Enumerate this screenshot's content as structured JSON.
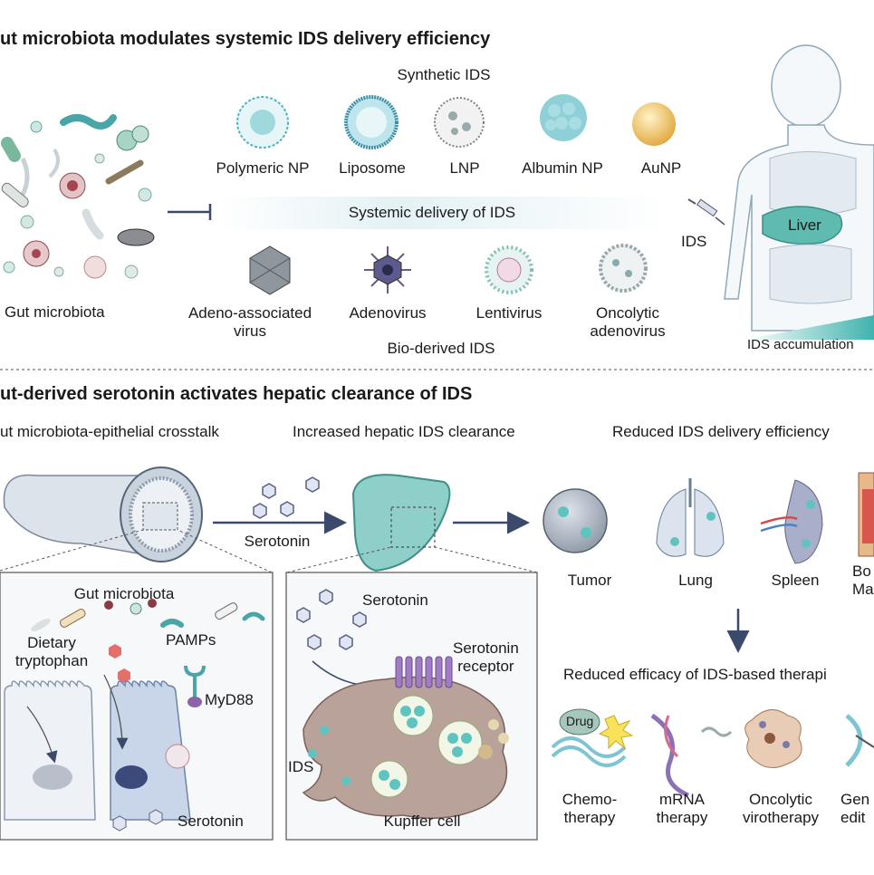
{
  "panel_a": {
    "title": "ut microbiota modulates systemic IDS delivery efficiency",
    "synthetic_heading": "Synthetic IDS",
    "synthetic": [
      "Polymeric NP",
      "Liposome",
      "LNP",
      "Albumin NP",
      "AuNP"
    ],
    "delivery_label": "Systemic delivery of IDS",
    "bio": [
      "Adeno-associated\nvirus",
      "Adenovirus",
      "Lentivirus",
      "Oncolytic\nadenovirus"
    ],
    "bio_heading": "Bio-derived IDS",
    "gut_label": "Gut microbiota",
    "ids_label": "IDS",
    "liver_label": "Liver",
    "accumulation_label": "IDS accumulation"
  },
  "panel_b": {
    "title": "ut-derived serotonin activates hepatic clearance of IDS",
    "sub1": "ut microbiota-epithelial crosstalk",
    "sub2": "Increased hepatic IDS clearance",
    "sub3": "Reduced IDS delivery efficiency",
    "arrow_serotonin": "Serotonin",
    "organs": [
      "Tumor",
      "Lung",
      "Spleen"
    ],
    "bone_marrow": "Bo\nMa",
    "gut_box": {
      "microbiota": "Gut microbiota",
      "tryptophan": "Dietary\ntryptophan",
      "pamps": "PAMPs",
      "myd88": "MyD88",
      "serotonin": "Serotonin"
    },
    "liver_box": {
      "serotonin": "Serotonin",
      "receptor": "Serotonin\nreceptor",
      "ids": "IDS",
      "kupffer": "Kupffer cell"
    },
    "efficacy_heading": "Reduced efficacy of IDS-based therapi",
    "drug": "Drug",
    "therapies": [
      "Chemo-\ntherapy",
      "mRNA\ntherapy",
      "Oncolytic\nvirotherapy",
      "Gen\nedit"
    ]
  },
  "colors": {
    "teal": "#5fc4c0",
    "liver": "#8fcfc9",
    "epithelium": "#c9d6ea",
    "kupffer": "#b8a29a",
    "arrow": "#3b4a6b"
  }
}
